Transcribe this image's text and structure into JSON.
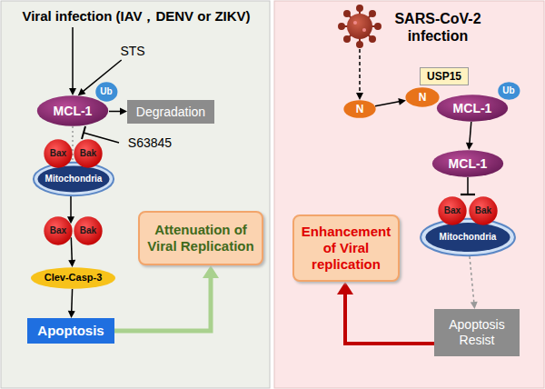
{
  "diagram": {
    "nodes": [
      {
        "text": [
          "Viral infection (IAV，DENV or ZIKV)"
        ]
      },
      {
        "text": [
          "STS"
        ]
      },
      {
        "text": [
          "MCL-1"
        ]
      },
      {
        "text": [
          "Ub"
        ]
      },
      {
        "text": [
          "Degradation"
        ]
      },
      {
        "text": [
          "S63845"
        ]
      },
      {
        "text": [
          "Mitochondria"
        ]
      },
      {
        "text": [
          "Bax"
        ]
      },
      {
        "text": [
          "Bak"
        ]
      },
      {
        "text": [
          "Bax"
        ]
      },
      {
        "text": [
          "Bak"
        ]
      },
      {
        "text": [
          "Clev-Casp-3"
        ]
      },
      {
        "text": [
          "Apoptosis"
        ]
      },
      {
        "text": [
          "Attenuation of Viral Replication"
        ]
      },
      {
        "text": [
          "SARS-CoV-2 infection"
        ]
      },
      {
        "text": [
          "N"
        ]
      },
      {
        "text": [
          "USP15"
        ]
      },
      {
        "text": [
          "N"
        ]
      },
      {
        "text": [
          "MCL-1"
        ]
      },
      {
        "text": [
          "Ub"
        ]
      },
      {
        "text": [
          "MCL-1"
        ]
      },
      {
        "text": [
          "Mitochondria"
        ]
      },
      {
        "text": [
          "Bax"
        ]
      },
      {
        "text": [
          "Bak"
        ]
      },
      {
        "text": [
          "Apoptosis Resist"
        ]
      },
      {
        "text": [
          "Enhancement of Viral replication"
        ]
      }
    ],
    "edges": [
      {
        "from": 0,
        "to": 2,
        "arrow": "to"
      },
      {
        "from": 1,
        "to": 2,
        "arrow": "to"
      },
      {
        "from": 2,
        "to": 4,
        "arrow": "to"
      },
      {
        "from": 2,
        "to": 6,
        "arrow": "none"
      },
      {
        "from": 6,
        "to": 9,
        "arrow": "to"
      },
      {
        "from": 9,
        "to": 11,
        "arrow": "to"
      },
      {
        "from": 11,
        "to": 12,
        "arrow": "to"
      },
      {
        "from": 12,
        "to": 13,
        "arrow": "to"
      },
      {
        "from": 14,
        "to": 15,
        "arrow": "to"
      },
      {
        "from": 15,
        "to": 17,
        "arrow": "to"
      },
      {
        "from": 18,
        "to": 20,
        "arrow": "to"
      },
      {
        "from": 20,
        "to": 21,
        "arrow": "to"
      },
      {
        "from": 21,
        "to": 24,
        "arrow": "to"
      },
      {
        "from": 24,
        "to": 25,
        "arrow": "to"
      }
    ]
  }
}
